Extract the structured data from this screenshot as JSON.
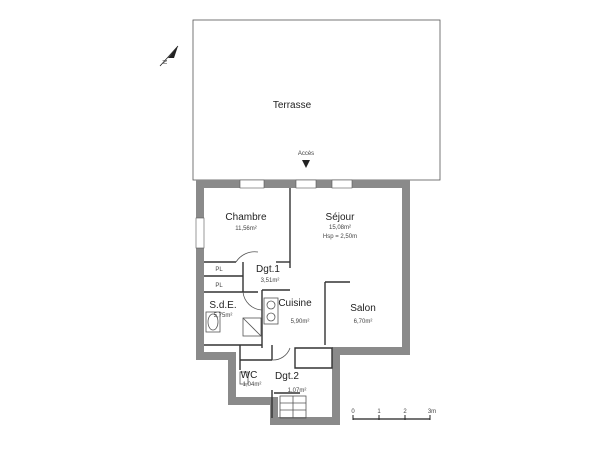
{
  "plan": {
    "north_label": "N",
    "terrace": {
      "label": "Terrasse"
    },
    "entrance": {
      "label": "Accès"
    },
    "rooms": [
      {
        "name": "Chambre",
        "area": "11,56m²"
      },
      {
        "name": "Séjour",
        "area": "15,08m²",
        "height": "Hsp = 2,50m"
      },
      {
        "name": "PL"
      },
      {
        "name": "PL"
      },
      {
        "name": "Dgt.1",
        "area": "3,51m²"
      },
      {
        "name": "S.d.E.",
        "area": "5,75m²"
      },
      {
        "name": "Cuisine",
        "area": "5,90m²"
      },
      {
        "name": "Salon",
        "area": "6,70m²"
      },
      {
        "name": "WC",
        "area": "1,04m²"
      },
      {
        "name": "Dgt.2",
        "area": "1,07m²"
      }
    ],
    "scale": {
      "ticks": [
        "0",
        "1",
        "2",
        "3m"
      ]
    },
    "colors": {
      "walls": "#8a8a8a",
      "lines": "#333333"
    }
  }
}
